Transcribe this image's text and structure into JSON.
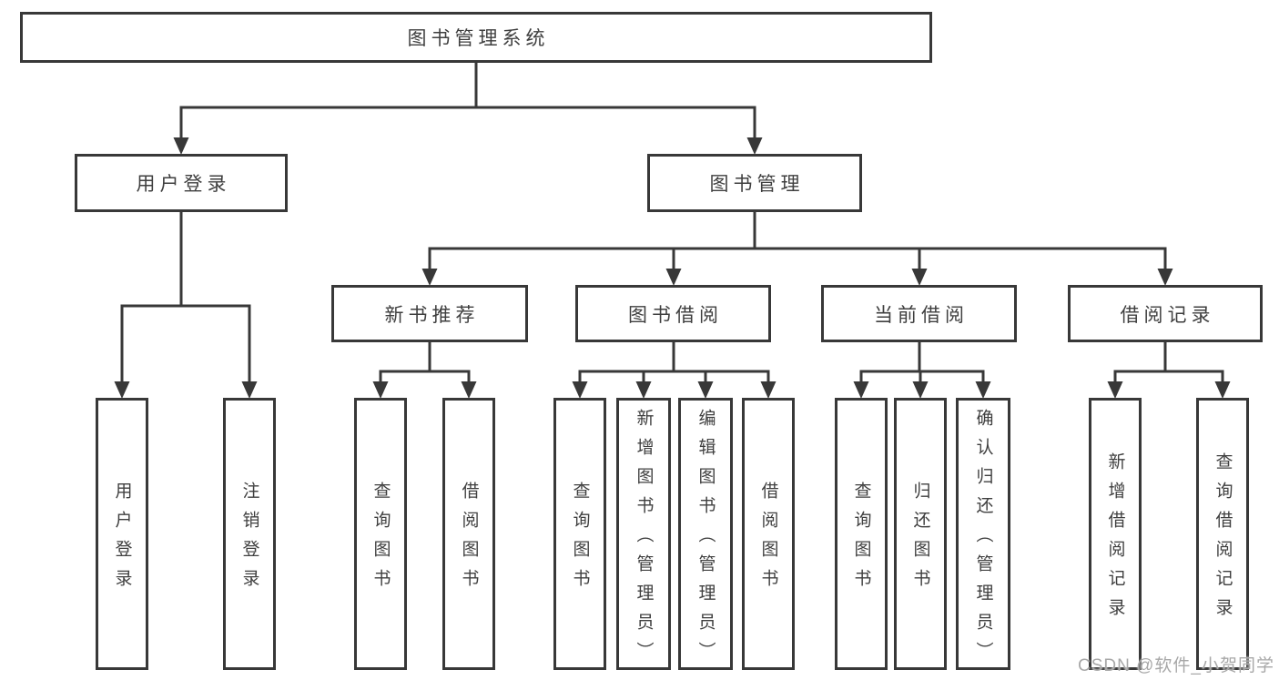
{
  "tree": {
    "root": {
      "label": "图书管理系统"
    },
    "login": {
      "label": "用户登录",
      "children": [
        {
          "label": "用户登录"
        },
        {
          "label": "注销登录"
        }
      ]
    },
    "management": {
      "label": "图书管理",
      "sections": [
        {
          "label": "新书推荐",
          "children": [
            {
              "label": "查询图书"
            },
            {
              "label": "借阅图书"
            }
          ]
        },
        {
          "label": "图书借阅",
          "children": [
            {
              "label": "查询图书"
            },
            {
              "label": "新增图书（管理员）"
            },
            {
              "label": "编辑图书（管理员）"
            },
            {
              "label": "借阅图书"
            }
          ]
        },
        {
          "label": "当前借阅",
          "children": [
            {
              "label": "查询图书"
            },
            {
              "label": "归还图书"
            },
            {
              "label": "确认归还（管理员）"
            }
          ]
        },
        {
          "label": "借阅记录",
          "children": [
            {
              "label": "新增借阅记录"
            },
            {
              "label": "查询借阅记录"
            }
          ]
        }
      ]
    }
  },
  "watermark": {
    "text": "CSDN @软件_小贺同学"
  },
  "colors": {
    "line": "#383838",
    "text": "#3f3f3f",
    "background": "#ffffff",
    "watermark": "#a8a8a8"
  }
}
